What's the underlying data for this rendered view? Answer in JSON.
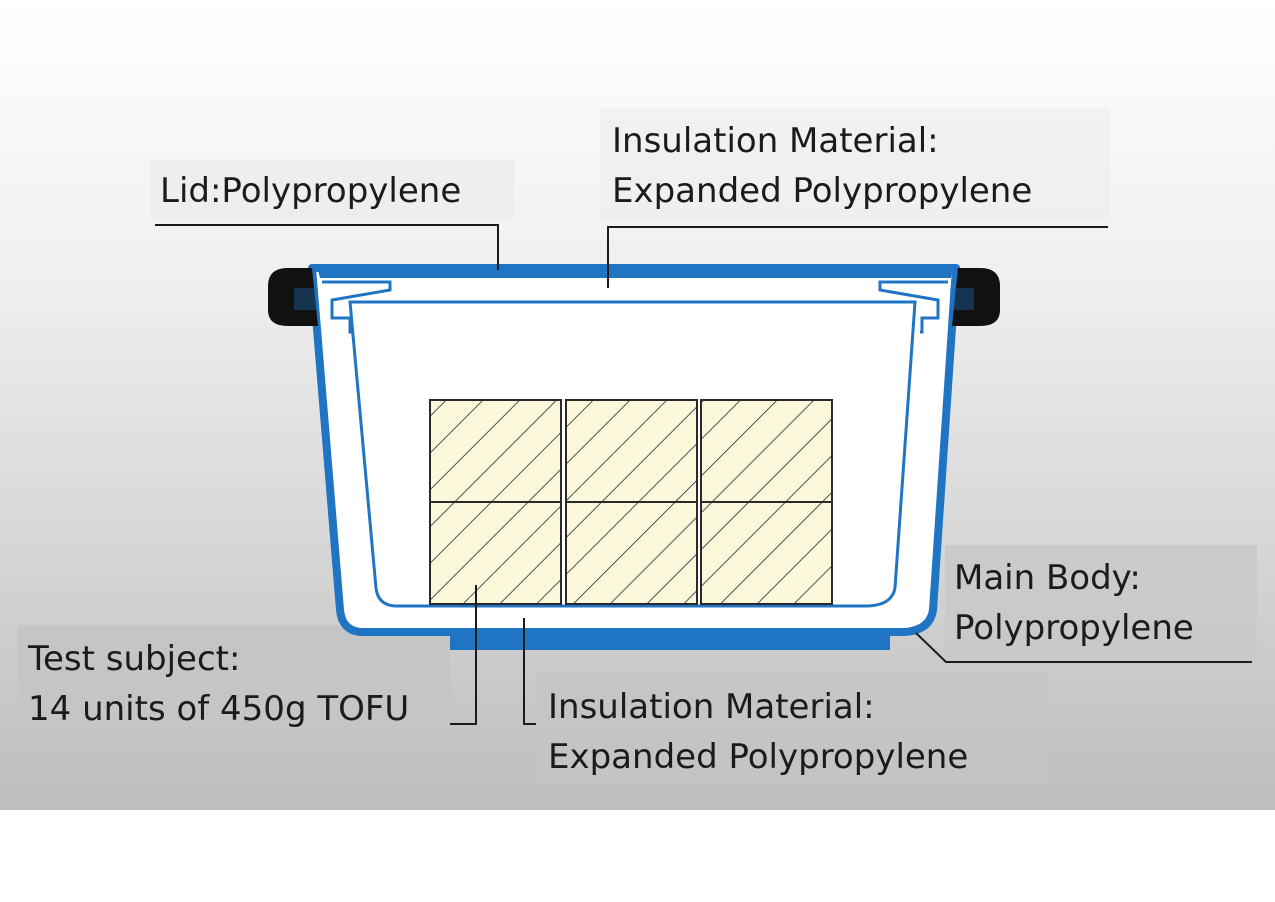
{
  "labels": {
    "lid": {
      "line1": "Lid:Polypropylene"
    },
    "insulation_top": {
      "line1": "Insulation Material:",
      "line2": "Expanded Polypropylene"
    },
    "main_body": {
      "line1": "Main Body:",
      "line2": "Polypropylene"
    },
    "test_subject": {
      "line1": "Test subject:",
      "line2": "14 units of 450g TOFU"
    },
    "insulation_bottom": {
      "line1": "Insulation Material:",
      "line2": "Expanded Polypropylene"
    }
  },
  "colors": {
    "shell_blue": "#1f74c4",
    "handle_black": "#111111",
    "tofu_fill": "#fbf8dc",
    "hatch": "#2a2a2a",
    "label_box": "#cfcfcf"
  }
}
